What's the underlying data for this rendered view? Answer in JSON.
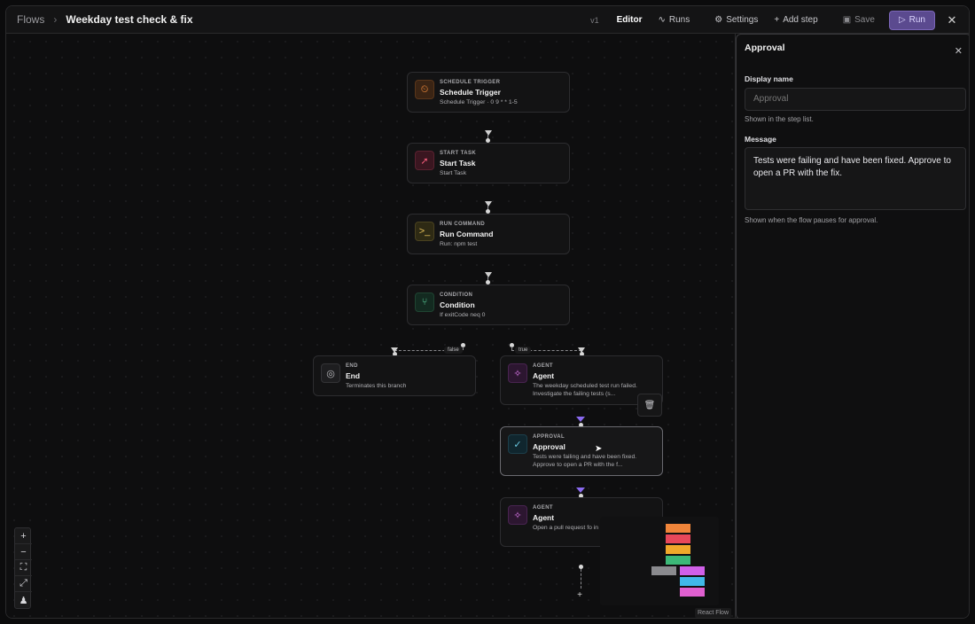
{
  "breadcrumb": {
    "root": "Flows",
    "separator": "›",
    "title": "Weekday test check & fix"
  },
  "toolbar": {
    "version": "v1",
    "editor": "Editor",
    "runs": "Runs",
    "settings": "Settings",
    "add_step": "Add step",
    "save": "Save",
    "run": "Run",
    "close": "✕"
  },
  "nodes": {
    "schedule": {
      "kind": "Schedule Trigger",
      "title": "Schedule Trigger",
      "sub": "Schedule Trigger · 0 9 * * 1-5",
      "icon": "calendar-clock-icon"
    },
    "start": {
      "kind": "Start Task",
      "title": "Start Task",
      "sub": "Start Task",
      "icon": "rocket-icon"
    },
    "command": {
      "kind": "Run Command",
      "title": "Run Command",
      "sub": "Run: npm test",
      "icon": "terminal-icon"
    },
    "condition": {
      "kind": "Condition",
      "title": "Condition",
      "sub": "If exitCode neq 0",
      "icon": "branch-icon"
    },
    "end": {
      "kind": "End",
      "title": "End",
      "sub": "Terminates this branch",
      "icon": "stop-circle-icon"
    },
    "agent1": {
      "kind": "Agent",
      "title": "Agent",
      "sub": "The weekday scheduled test run failed. Investigate the failing tests (s...",
      "icon": "sparkles-icon"
    },
    "approval": {
      "kind": "Approval",
      "title": "Approval",
      "sub": "Tests were failing and have been fixed. Approve to open a PR with the f...",
      "icon": "check-circle-icon"
    },
    "agent2": {
      "kind": "Agent",
      "title": "Agent",
      "sub": "Open a pull request fo in this session, targeti",
      "icon": "sparkles-icon"
    }
  },
  "edges": {
    "false_label": "false",
    "true_label": "true"
  },
  "zoom_controls": {
    "zoom_in": "+",
    "zoom_out": "−",
    "fit": "⛶",
    "fullscreen": "⤢",
    "lock": "♟"
  },
  "minimap_colors": [
    "#f0853a",
    "#e8485a",
    "#f0a82a",
    "#3cb878",
    "#8a8a8e",
    "#d060e8",
    "#40b8e8",
    "#e060d0"
  ],
  "react_flow_label": "React Flow",
  "panel": {
    "title": "Approval",
    "close": "✕",
    "display_name_label": "Display name",
    "display_name_placeholder": "Approval",
    "display_name_hint": "Shown in the step list.",
    "message_label": "Message",
    "message_value": "Tests were failing and have been fixed. Approve to open a PR with the fix.",
    "message_hint": "Shown when the flow pauses for approval."
  }
}
